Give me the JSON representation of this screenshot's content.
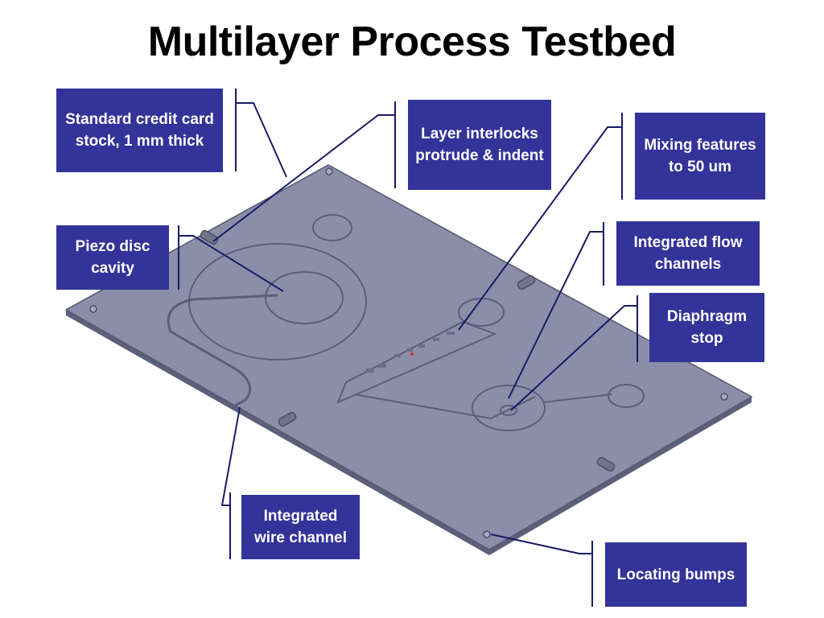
{
  "title": "Multilayer Process Testbed",
  "colors": {
    "callout_bg": "#333399",
    "plate": "#8a8ea8",
    "leader": "#1a1a66"
  },
  "callouts": {
    "card_stock": "Standard credit card stock, 1 mm thick",
    "interlocks": "Layer interlocks protrude & indent",
    "mixing": "Mixing features to 50 um",
    "piezo": "Piezo disc cavity",
    "flow_channels": "Integrated flow channels",
    "diaphragm": "Diaphragm stop",
    "wire_channel": "Integrated wire channel",
    "locating": "Locating bumps"
  }
}
